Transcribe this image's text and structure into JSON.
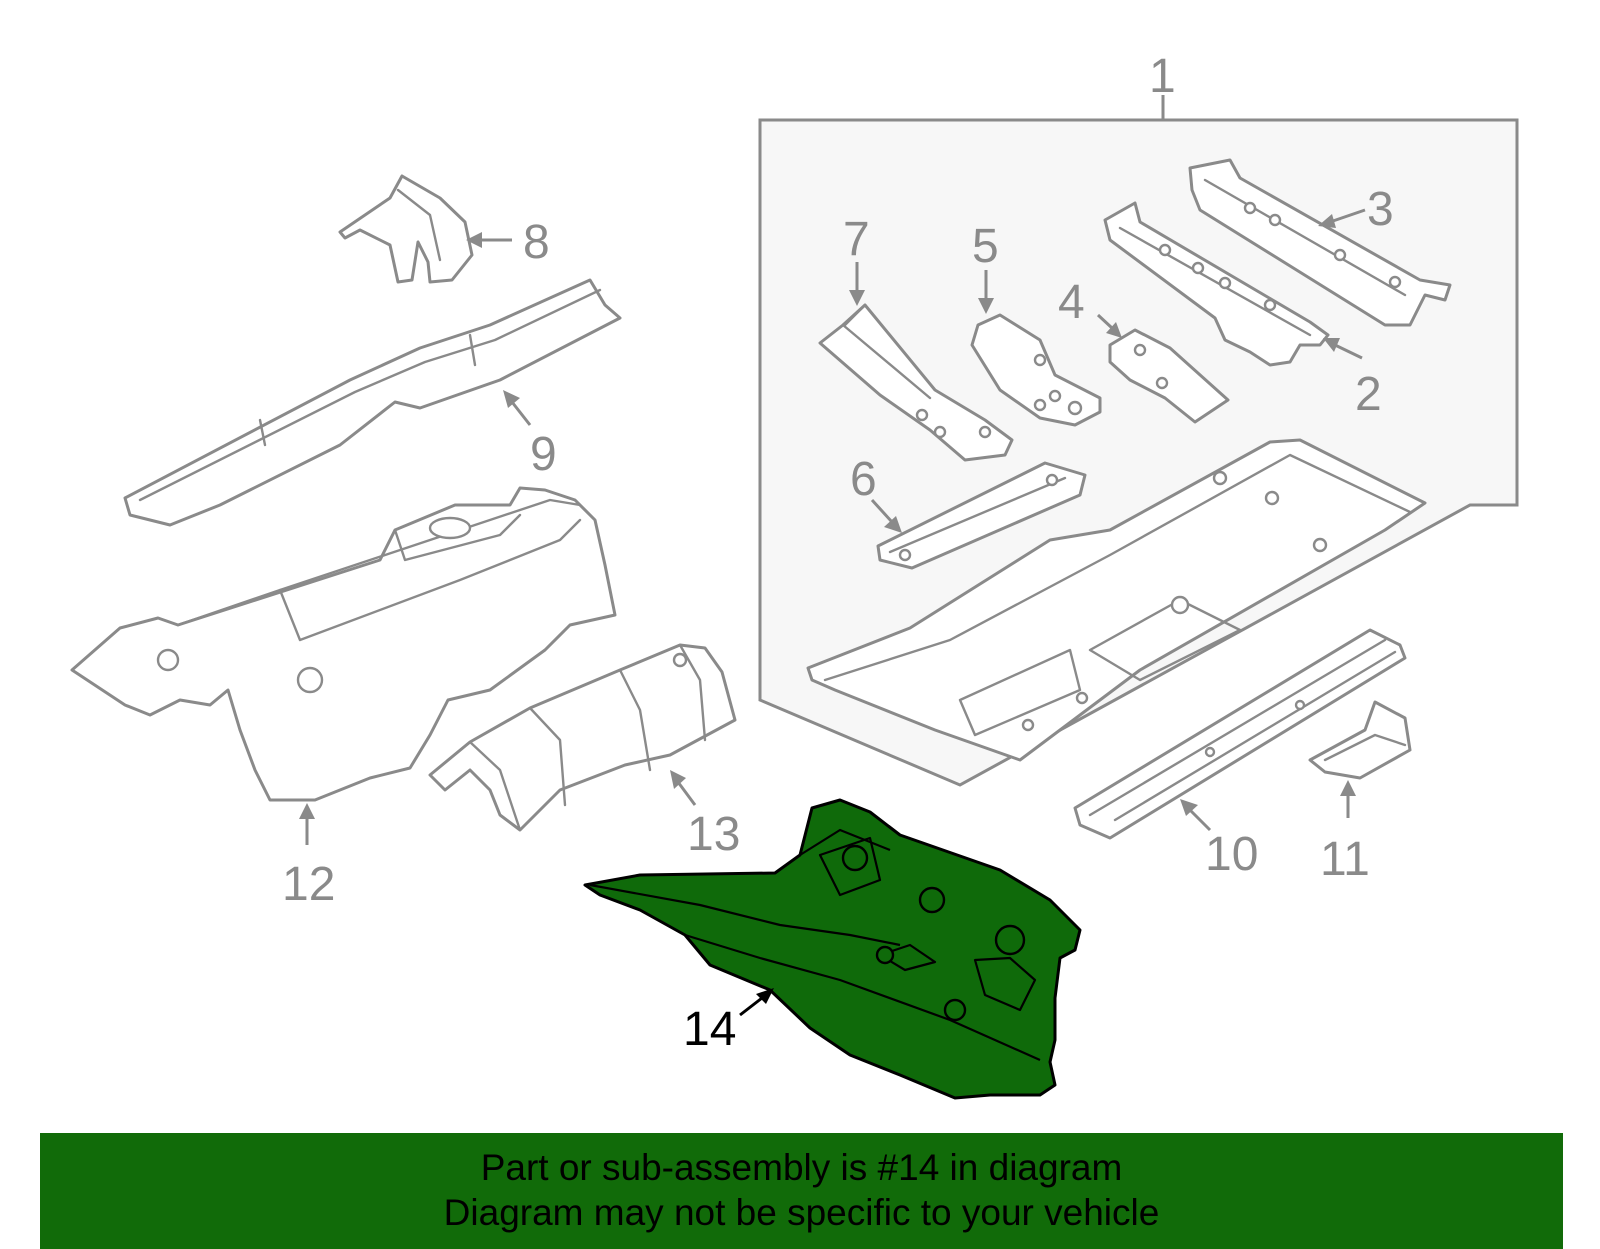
{
  "diagram": {
    "callouts": [
      "1",
      "2",
      "3",
      "4",
      "5",
      "6",
      "7",
      "8",
      "9",
      "10",
      "11",
      "12",
      "13",
      "14"
    ],
    "highlighted_part": "14",
    "colors": {
      "highlight_fill": "#0f6a0a",
      "line": "#8a8a8a",
      "banner": "#116b09"
    }
  },
  "banner": {
    "line1": "Part or sub-assembly is #14 in diagram",
    "line2": "Diagram may not be specific to your vehicle"
  }
}
